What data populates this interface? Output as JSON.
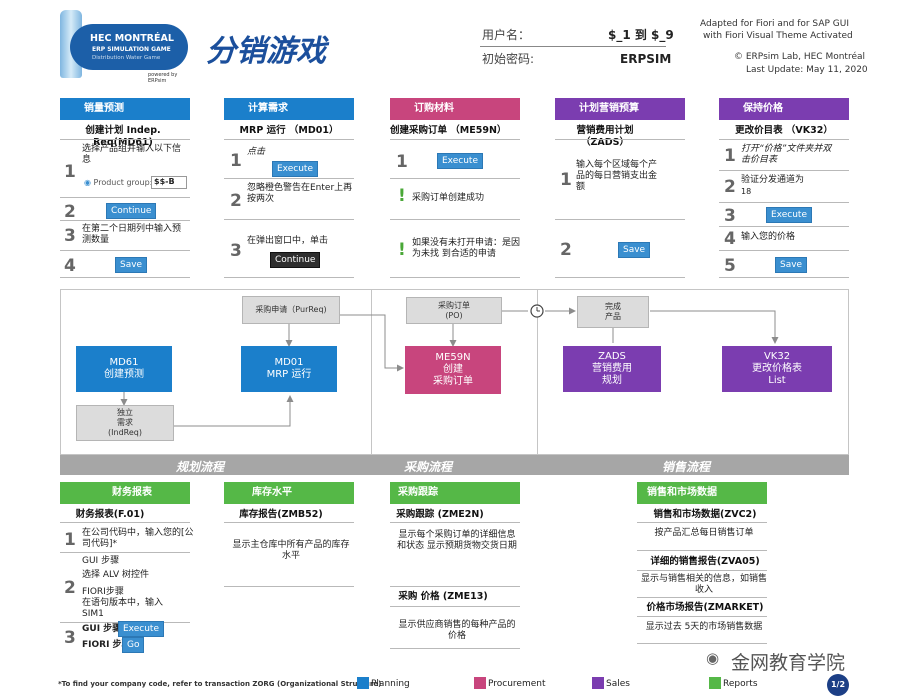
{
  "colors": {
    "blue": "#1b7fcb",
    "pink": "#c8457d",
    "purple": "#7b3db0",
    "green": "#55b847",
    "gray_band": "#a6a6a6"
  },
  "header": {
    "logo": {
      "line1": "HEC MONTRÉAL",
      "line2": "ERP SIMULATION GAME",
      "line3": "Distribution Water Game",
      "powered": "powered by ERPsim"
    },
    "title": "分销游戏",
    "login": {
      "user_label": "用户名：",
      "user_value": "$_1 到 $_9",
      "pw_label": "初始密码:",
      "pw_value": "ERPSIM"
    },
    "credits": {
      "l1": "Adapted for Fiori and for SAP GUI",
      "l2": "with Fiori Visual Theme Activated",
      "l3": "© ERPsim Lab, HEC Montréal",
      "l4": "Last Update: May 11, 2020"
    }
  },
  "col1": {
    "header": "销量预测",
    "sub": "创建计划 Indep. Req(MD61)",
    "s1": "选择产品组并输入以下信息",
    "product_label": "Product group:",
    "product_value": "$$-B",
    "continue": "Continue",
    "s3": "在第二个日期列中输入预测数量",
    "save": "Save"
  },
  "col2": {
    "header": "计算需求",
    "sub": "MRP 运行 （MD01）",
    "s1": "点击",
    "execute": "Execute",
    "s2": "忽略橙色警告在Enter上再按两次",
    "s3": "在弹出窗口中，单击",
    "continue": "Continue"
  },
  "col3": {
    "header": "订购材料",
    "sub": "创建采购订单 （ME59N）",
    "execute": "Execute",
    "m1": "采购订单创建成功",
    "m2": "如果没有未打开申请：是因为未找 到合适的申请"
  },
  "col4": {
    "header": "计划营销预算",
    "sub": "营销费用计划 （ZADS）",
    "s1": "输入每个区域每个产品的每日营销支出金额",
    "save": "Save"
  },
  "col5": {
    "header": "保持价格",
    "sub": "更改价目表 （VK32）",
    "s1": "打开“价格”文件夹并双击价目表",
    "s2": "验证分发通道为",
    "s2b": "18",
    "execute": "Execute",
    "s4": "输入您的价格",
    "save": "Save"
  },
  "steps": {
    "n1": "1",
    "n2": "2",
    "n3": "3",
    "n4": "4",
    "n5": "5"
  },
  "flow": {
    "md61": "MD61",
    "md61_sub": "创建预测",
    "indreq": "独立",
    "indreq2": "需求",
    "indreq3": "(IndReq)",
    "purreq": "采购申请（PurReq)",
    "md01": "MD01",
    "md01_sub": "MRP 运行",
    "po": "采购订单",
    "po2": "(PO)",
    "me59n": "ME59N",
    "me59n_2": "创建",
    "me59n_3": "采购订单",
    "done": "完成",
    "done2": "产品",
    "zads": "ZADS",
    "zads_2": "营销费用",
    "zads_3": "规划",
    "vk32": "VK32",
    "vk32_2": "更改价格表",
    "vk32_3": "List",
    "band1": "规划流程",
    "band2": "采购流程",
    "band3": "销售流程"
  },
  "rep1": {
    "header": "财务报表",
    "sub": "财务报表(F.01)",
    "s1": "在公司代码中，输入您的[公司代码]*",
    "gui": "GUI 步骤",
    "gui2": "选择 ALV 树控件",
    "fiori": "FIORI步骤",
    "fiori2": "在语句版本中，输入 SIM1",
    "s3a": "GUI 步骤",
    "s3b": "FIORI 步骤",
    "execute": "Execute",
    "go": "Go"
  },
  "rep2": {
    "header": "库存水平",
    "sub": "库存报告(ZMB52)",
    "body": "显示主仓库中所有产品的库存水平"
  },
  "rep3": {
    "header": "采购跟踪",
    "sub": "采购跟踪 (ZME2N)",
    "body": "显示每个采购订单的详细信息和状态 显示预期货物交货日期",
    "sub2": "采购 价格 (ZME13)",
    "body2": "显示供应商销售的每种产品的价格"
  },
  "rep4": {
    "header": "销售和市场数据",
    "sub": "销售和市场数据(ZVC2)",
    "body": "按产品汇总每日销售订单",
    "sub2": "详细的销售报告(ZVA05)",
    "body2": "显示与销售相关的信息，如销售收入",
    "sub3": "价格市场报告(ZMARKET)",
    "body3": "显示过去 5天的市场销售数据"
  },
  "footer": {
    "note": "*To find your company code, refer to transaction ZORG (Organizational Structure)",
    "l1": "Planning",
    "l2": "Procurement",
    "l3": "Sales",
    "l4": "Reports",
    "page": "1/2",
    "watermark": "金网教育学院"
  }
}
